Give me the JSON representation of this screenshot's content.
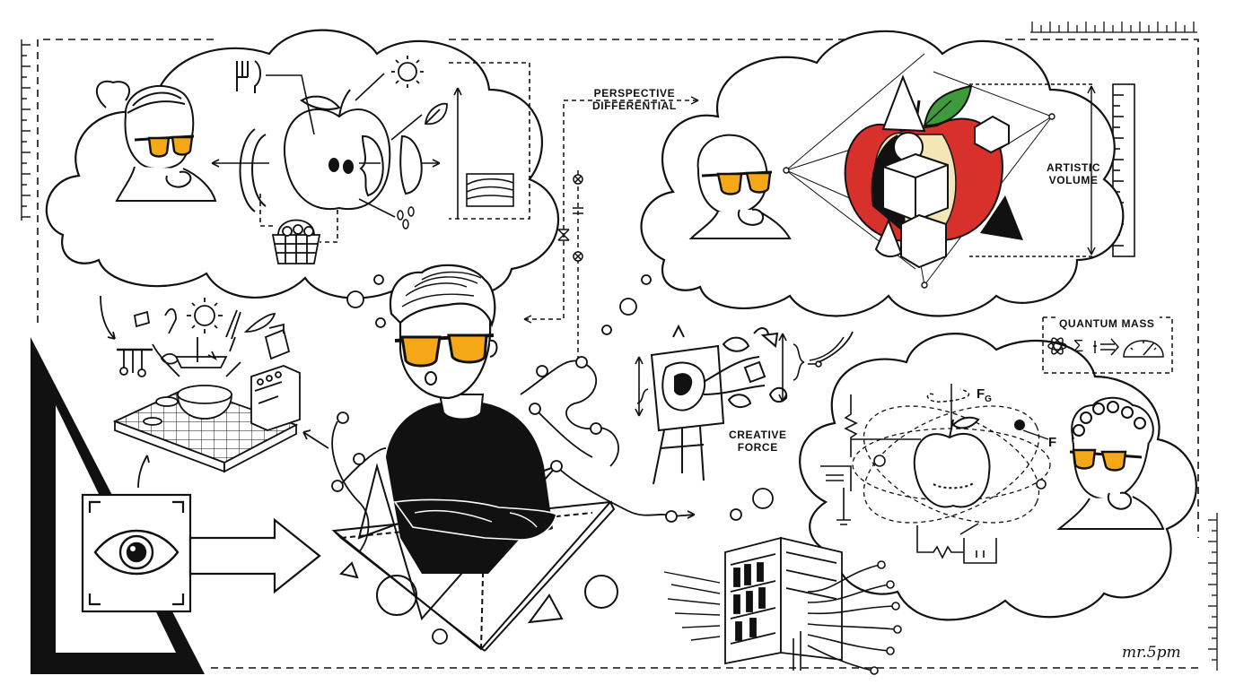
{
  "colors": {
    "ink": "#111111",
    "lens": "#F5A817",
    "apple_red": "#D8302B",
    "leaf": "#3E9A3A",
    "paper": "#FFFFFF",
    "cream": "#F4E7B5"
  },
  "labels": {
    "perspective_line1": "PERSPECTIVE",
    "perspective_line2": "DIFFERENTIAL",
    "artistic_line1": "ARTISTIC",
    "artistic_line2": "VOLUME",
    "creative_line1": "CREATIVE",
    "creative_line2": "FORCE",
    "quantum": "QUANTUM MASS",
    "force_g_base": "F",
    "force_g_sub": "G",
    "force": "F"
  },
  "signature": "mr.5pm",
  "icons": [
    "eye-icon",
    "sun-icon",
    "leaf-icon",
    "fork-knife-icon",
    "basket-icon",
    "gauge-icon",
    "atom-icon",
    "sigma-icon",
    "arrow-icon",
    "easel-icon",
    "book-icon",
    "circuit-icon"
  ]
}
